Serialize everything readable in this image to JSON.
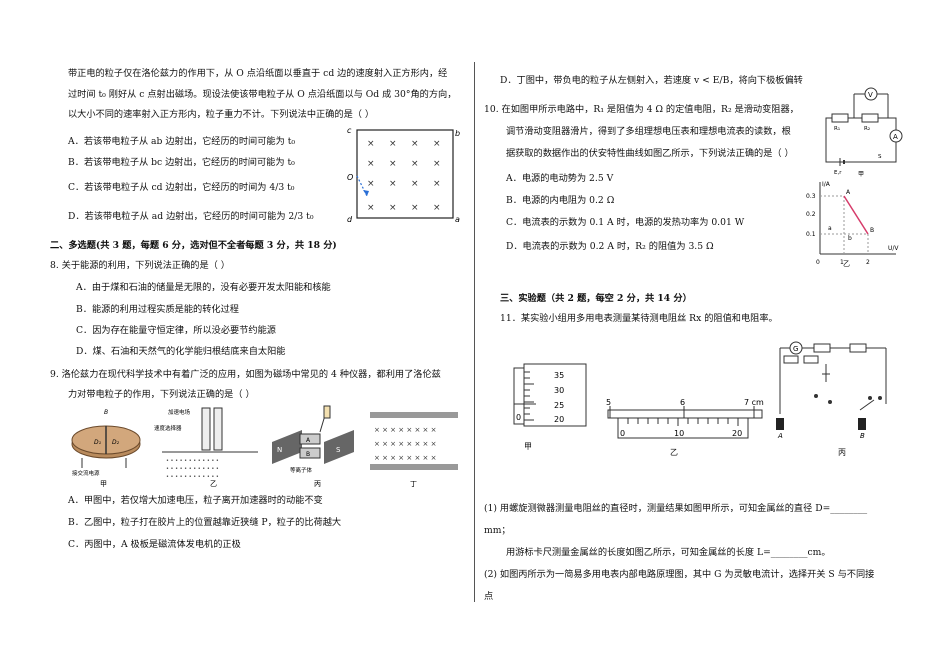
{
  "left": {
    "intro": [
      "带正电的粒子仅在洛伦兹力的作用下，从 O 点沿纸面以垂直于 cd 边的速度射入正方形内，经",
      "过时间 t₀ 刚好从 c 点射出磁场。现设法使该带电粒子从 O 点沿纸面以与 Od 成 30°角的方向，",
      "以大小不同的速率射入正方形内，粒子重力不计。下列说法中正确的是（        ）"
    ],
    "q7_options": [
      "A．若该带电粒子从 ab 边射出，它经历的时间可能为 t₀",
      "B．若该带电粒子从 bc 边射出，它经历的时间可能为 t₀",
      "C．若该带电粒子从 cd 边射出，它经历的时间为 4/3 t₀",
      "D．若该带电粒子从 ad 边射出，它经历的时间可能为 2/3 t₀"
    ],
    "section2": "二、多选题(共 3 题，每题 6 分，选对但不全者每题 3 分，共 18 分)",
    "q8_stem": "8.     关于能源的利用，下列说法正确的是（        ）",
    "q8_options": [
      "A．由于煤和石油的储量是无限的，没有必要开发太阳能和核能",
      "B．能源的利用过程实质是能的转化过程",
      "C．因为存在能量守恒定律，所以没必要节约能源",
      "D．煤、石油和天然气的化学能归根结底来自太阳能"
    ],
    "q9_stem": [
      "9.     洛伦兹力在现代科学技术中有着广泛的应用，如图为磁场中常见的 4 种仪器，都利用了洛伦兹",
      "力对带电粒子的作用，下列说法正确的是（        ）"
    ],
    "q9_fig_labels": [
      "甲",
      "乙",
      "丙",
      "丁",
      "接交流电源",
      "加速电场",
      "速度选择器",
      "等离子体"
    ],
    "q9_options": [
      "A．甲图中，若仅增大加速电压，粒子离开加速器时的动能不变",
      "B．乙图中，粒子打在胶片上的位置越靠近狭缝 P，粒子的比荷越大",
      "C．丙图中，A 极板是磁流体发电机的正极"
    ],
    "square_labels": [
      "c",
      "b",
      "O",
      "d",
      "a"
    ]
  },
  "right": {
    "q9_d": "D．丁图中，带负电的粒子从左侧射入，若速度 v < E/B，将向下极板偏转",
    "q10_stem": [
      "10.     在如图甲所示电路中，R₁ 是阻值为 4 Ω 的定值电阻，R₂ 是滑动变阻器，",
      "调节滑动变阻器滑片，得到了多组理想电压表和理想电流表的读数，根",
      "据获取的数据作出的伏安特性曲线如图乙所示，下列说法正确的是（      ）"
    ],
    "q10_options": [
      "A．电源的电动势为 2.5 V",
      "B．电源的内电阻为 0.2 Ω",
      "C．电流表的示数为 0.1 A 时，电源的发热功率为 0.01 W",
      "D．电流表的示数为 0.2 A 时，R₂ 的阻值为 3.5 Ω"
    ],
    "section3": "三、实验题（共 2 题，每空 2 分，共 14 分）",
    "q11_stem": "11．某实验小组用多用电表测量某待测电阻丝 Rx 的阻值和电阻率。",
    "q11_fig_labels": [
      "甲",
      "乙",
      "丙"
    ],
    "q11_p1": "(1)   用螺旋测微器测量电阻丝的直径时，测量结果如图甲所示，可知金属丝的直径 D=________",
    "q11_p1b": "mm；",
    "q11_p2": "用游标卡尺测量金属丝的长度如图乙所示，可知金属丝的长度 L=________cm。",
    "q11_p3": "(2)   如图丙所示为一简易多用电表内部电路原理图，其中 G 为灵敏电流计，选择开关 S 与不同接",
    "q11_p3b": "点",
    "graph": {
      "ylabel": "I/A",
      "xlabel": "U/V",
      "yticks": [
        "0.3",
        "0.2",
        "0.1"
      ],
      "xticks": [
        "0",
        "1",
        "2"
      ],
      "points": [
        "A",
        "B",
        "a",
        "b"
      ],
      "caption": "乙"
    },
    "circuit_labels": [
      "V",
      "A",
      "R₁",
      "R₂",
      "E,r",
      "S",
      "甲"
    ],
    "micrometer": {
      "scale": [
        "35",
        "30",
        "25",
        "20"
      ],
      "zero": "0"
    },
    "caliper": {
      "main": [
        "5",
        "6",
        "7 cm"
      ],
      "vernier": [
        "0",
        "10",
        "20"
      ]
    }
  }
}
